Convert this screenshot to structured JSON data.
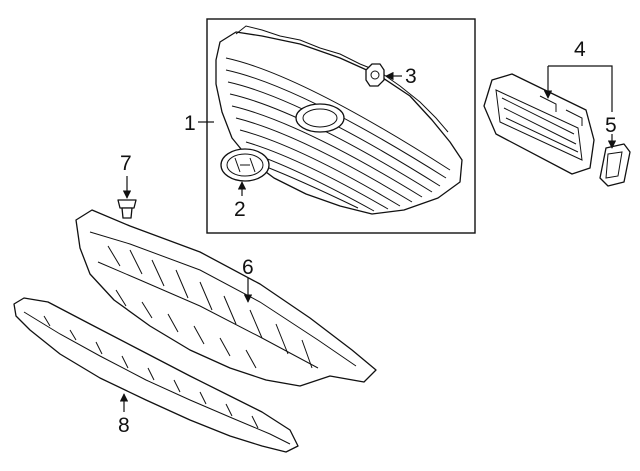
{
  "callouts": [
    {
      "id": "1",
      "label": "1"
    },
    {
      "id": "2",
      "label": "2"
    },
    {
      "id": "3",
      "label": "3"
    },
    {
      "id": "4",
      "label": "4"
    },
    {
      "id": "5",
      "label": "5"
    },
    {
      "id": "6",
      "label": "6"
    },
    {
      "id": "7",
      "label": "7"
    },
    {
      "id": "8",
      "label": "8"
    }
  ],
  "icons": [
    "grille-panel-icon",
    "emblem-icon",
    "clip-nut-icon",
    "camera-assembly-icon",
    "camera-bracket-icon",
    "lower-grille-icon",
    "push-pin-icon",
    "lower-molding-icon"
  ]
}
